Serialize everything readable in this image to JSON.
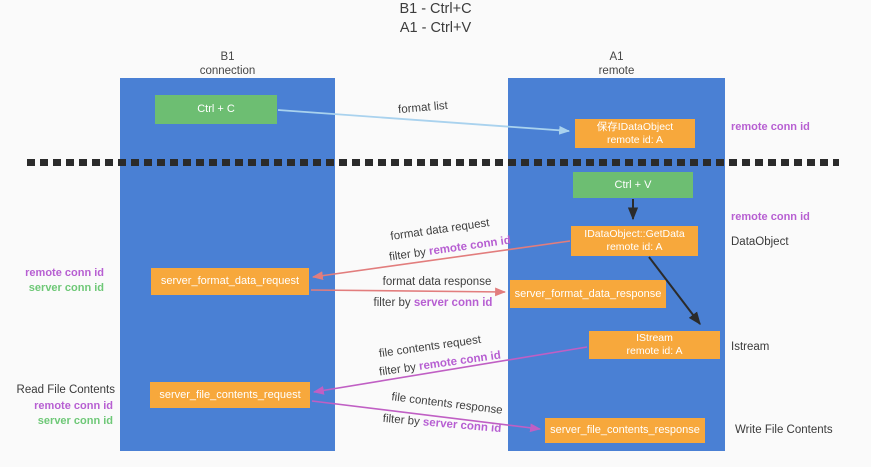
{
  "title": {
    "line1": "B1 - Ctrl+C",
    "line2": "A1 - Ctrl+V"
  },
  "columns": {
    "left": {
      "name": "B1",
      "role": "connection"
    },
    "right": {
      "name": "A1",
      "role": "remote"
    }
  },
  "nodes": {
    "ctrl_c": {
      "label": "Ctrl + C"
    },
    "ctrl_v": {
      "label": "Ctrl + V"
    },
    "save_dataobject": {
      "line1": "保存IDataObject",
      "line2": "remote id: A"
    },
    "getdata": {
      "line1": "IDataObject::GetData",
      "line2": "remote id: A"
    },
    "istream": {
      "line1": "IStream",
      "line2": "remote id: A"
    },
    "format_request": {
      "label": "server_format_data_request"
    },
    "format_response": {
      "label": "server_format_data_response"
    },
    "file_request": {
      "label": "server_file_contents_request"
    },
    "file_response": {
      "label": "server_file_contents_response"
    }
  },
  "edge_labels": {
    "format_list": "format list",
    "format_data_request": "format data request",
    "format_data_request_filter_prefix": "filter by ",
    "format_data_request_filter_key": "remote conn id",
    "format_data_response": "format data response",
    "format_data_response_filter_prefix": "filter by ",
    "format_data_response_filter_key": "server conn id",
    "file_contents_request": "file contents request",
    "file_contents_request_filter_prefix": "filter by ",
    "file_contents_request_filter_key": "remote conn id",
    "file_contents_response": "file contents response",
    "file_contents_response_filter_prefix": "filter by ",
    "file_contents_response_filter_key": "server conn id"
  },
  "side_labels": {
    "right_top_remote_conn": "remote conn id",
    "right_mid_remote_conn": "remote conn id",
    "right_dataobject": "DataObject",
    "right_istream": "Istream",
    "right_write_file": "Write File Contents",
    "left_mid_remote_conn": "remote conn id",
    "left_mid_server_conn": "server conn id",
    "left_read_file": "Read File Contents",
    "left_bottom_remote_conn": "remote conn id",
    "left_bottom_server_conn": "server conn id"
  },
  "colors": {
    "background": "#fafafa",
    "column_blue": "#4a80d4",
    "box_orange": "#f7a83c",
    "box_green": "#6dbe72",
    "accent_purple": "#b75fd2",
    "accent_green": "#6ec877",
    "arrow_salmon": "#e27d7d",
    "arrow_magenta": "#c05fc4",
    "arrow_lightblue": "#a9d2ee",
    "arrow_black": "#2b2b2b",
    "dashed_line": "#2b2b2b"
  }
}
